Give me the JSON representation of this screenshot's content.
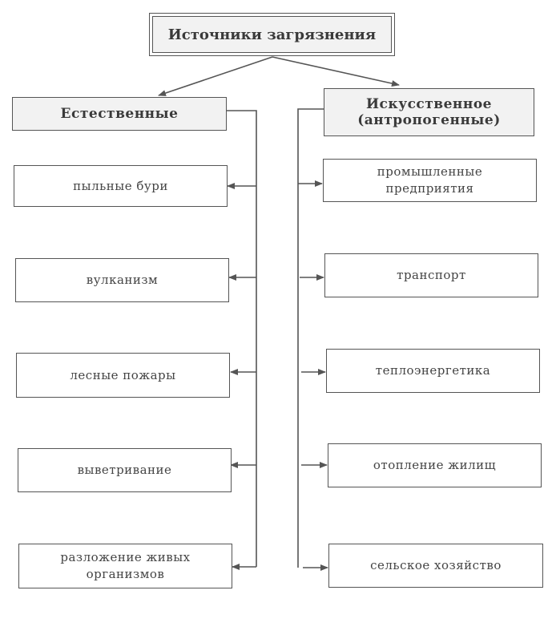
{
  "root": {
    "label": "Источники загрязнения"
  },
  "natural": {
    "label": "Естественные",
    "items": [
      {
        "label": "пыльные бури"
      },
      {
        "label": "вулканизм"
      },
      {
        "label": "лесные пожары"
      },
      {
        "label": "выветривание"
      },
      {
        "label": "разложение живых организмов"
      }
    ]
  },
  "anthropogenic": {
    "label": "Искусственное (антропогенные)",
    "items": [
      {
        "label": "промышленные предприятия"
      },
      {
        "label": "транспорт"
      },
      {
        "label": "теплоэнергетика"
      },
      {
        "label": "отопление жилищ"
      },
      {
        "label": "сельское хозяйство"
      }
    ]
  },
  "colors": {
    "line": "#555555",
    "header_fill": "#f2f2f2"
  }
}
